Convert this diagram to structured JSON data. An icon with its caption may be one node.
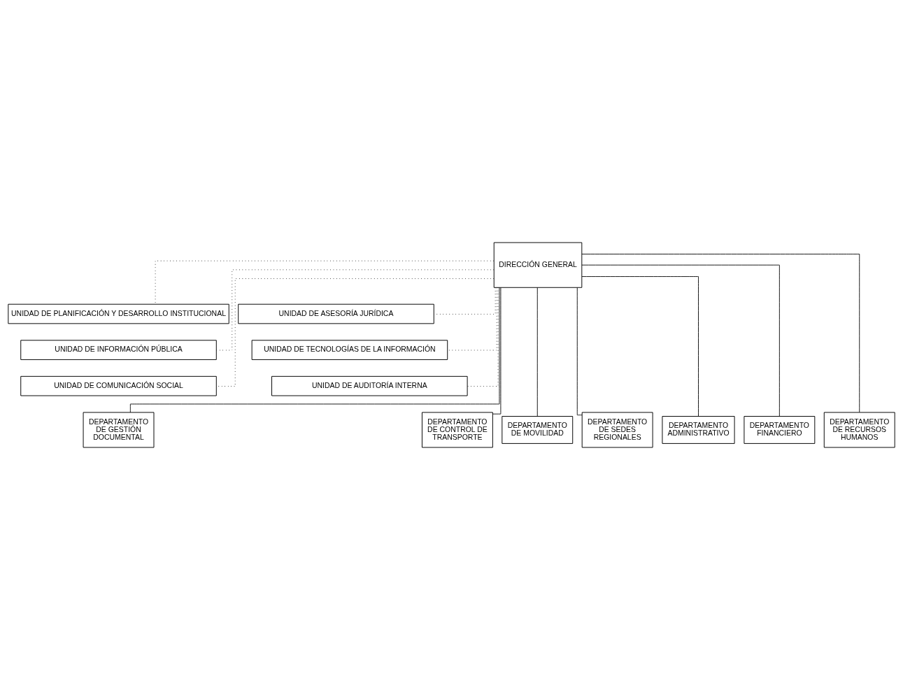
{
  "diagram": {
    "nodes": [
      {
        "text": [
          "DIRECCIÓN GENERAL"
        ]
      },
      {
        "text": [
          "UNIDAD DE PLANIFICACIÓN Y DESARROLLO INSTITUCIONAL"
        ]
      },
      {
        "text": [
          "UNIDAD DE ASESORÍA JURÍDICA"
        ]
      },
      {
        "text": [
          "UNIDAD DE INFORMACIÓN PÚBLICA"
        ]
      },
      {
        "text": [
          "UNIDAD DE TECNOLOGÍAS DE LA INFORMACIÓN"
        ]
      },
      {
        "text": [
          "UNIDAD DE COMUNICACIÓN SOCIAL"
        ]
      },
      {
        "text": [
          "UNIDAD DE AUDITORÍA INTERNA"
        ]
      },
      {
        "text": [
          "DEPARTAMENTO DE GESTIÓN DOCUMENTAL"
        ]
      },
      {
        "text": [
          "DEPARTAMENTO DE CONTROL DE TRANSPORTE"
        ]
      },
      {
        "text": [
          "DEPARTAMENTO DE MOVILIDAD"
        ]
      },
      {
        "text": [
          "DEPARTAMENTO DE SEDES REGIONALES"
        ]
      },
      {
        "text": [
          "DEPARTAMENTO ADMINISTRATIVO"
        ]
      },
      {
        "text": [
          "DEPARTAMENTO FINANCIERO"
        ]
      },
      {
        "text": [
          "DEPARTAMENTO DE RECURSOS HUMANOS"
        ]
      }
    ],
    "edges": [
      {
        "from": 0,
        "to": 1,
        "arrow": "none",
        "style": "dashed"
      },
      {
        "from": 0,
        "to": 2,
        "arrow": "none",
        "style": "dashed"
      },
      {
        "from": 0,
        "to": 3,
        "arrow": "none",
        "style": "dashed"
      },
      {
        "from": 0,
        "to": 4,
        "arrow": "none",
        "style": "dashed"
      },
      {
        "from": 0,
        "to": 5,
        "arrow": "none",
        "style": "dashed"
      },
      {
        "from": 0,
        "to": 6,
        "arrow": "none",
        "style": "dashed"
      },
      {
        "from": 0,
        "to": 7,
        "arrow": "none"
      },
      {
        "from": 0,
        "to": 8,
        "arrow": "none"
      },
      {
        "from": 0,
        "to": 9,
        "arrow": "none"
      },
      {
        "from": 0,
        "to": 10,
        "arrow": "none"
      },
      {
        "from": 0,
        "to": 11,
        "arrow": "none"
      },
      {
        "from": 0,
        "to": 12,
        "arrow": "none"
      },
      {
        "from": 0,
        "to": 13,
        "arrow": "none"
      }
    ]
  }
}
